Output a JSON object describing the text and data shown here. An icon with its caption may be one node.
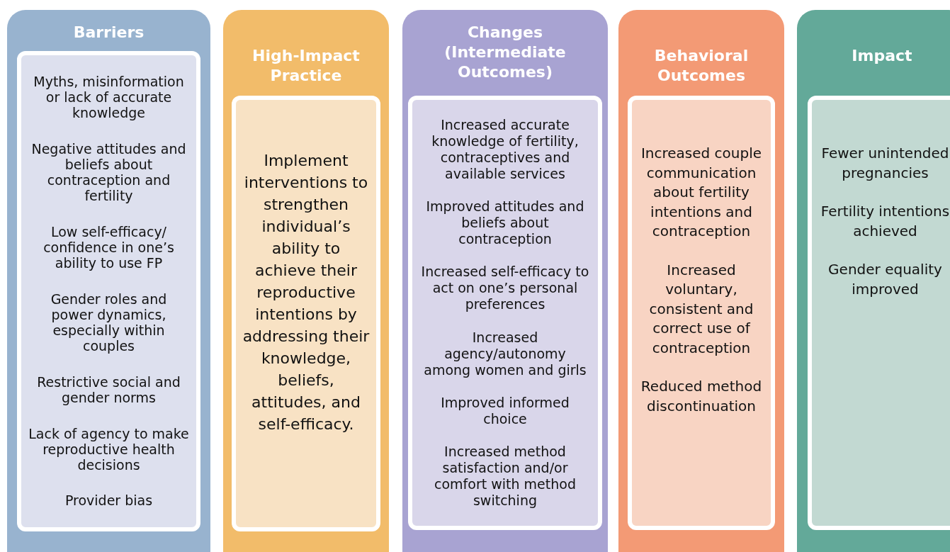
{
  "diagram": {
    "nodes": [
      {
        "text": [
          "Barriers"
        ]
      },
      {
        "text": [
          "Myths, misinformation or lack of accurate knowledge",
          "Negative attitudes and beliefs about contraception and fertility",
          "Low self-efficacy/ confidence in one’s ability to use FP",
          "Gender roles and power dynamics, especially within couples",
          "Restrictive social and gender norms",
          "Lack of agency to make reproductive health decisions",
          "Provider bias"
        ],
        "in": 0
      },
      {
        "text": [
          "High-Impact Practice"
        ]
      },
      {
        "text": [
          "Implement interventions to strengthen individual’s ability to achieve their reproductive intentions by addressing their knowledge, beliefs, attitudes, and self-efficacy."
        ],
        "in": 2
      },
      {
        "text": [
          "Changes (Intermediate Outcomes)"
        ]
      },
      {
        "text": [
          "Increased accurate knowledge of fertility, contraceptives and available services",
          "Improved attitudes and beliefs about contraception",
          "Increased self-efficacy to act on one’s personal preferences",
          "Increased agency/autonomy among women and girls",
          "Improved informed choice",
          "Increased method satisfaction and/or comfort with method switching"
        ],
        "in": 4
      },
      {
        "text": [
          "Behavioral Outcomes"
        ]
      },
      {
        "text": [
          "Increased couple communication about fertility intentions and contraception",
          "Increased voluntary, consistent and correct use of contraception",
          "Reduced method discontinuation"
        ],
        "in": 6
      },
      {
        "text": [
          "Impact"
        ]
      },
      {
        "text": [
          "Fewer unintended pregnancies",
          "Fertility intentions achieved",
          "Gender equality improved"
        ],
        "in": 8
      }
    ],
    "edges": []
  }
}
